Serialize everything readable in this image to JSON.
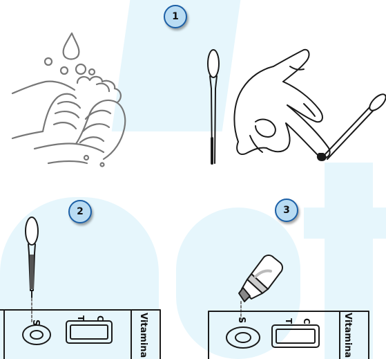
{
  "steps": [
    {
      "number": "1",
      "description": "wash hands and collect finger-prick blood with pipette"
    },
    {
      "number": "2",
      "description": "dispense blood into sample well S"
    },
    {
      "number": "3",
      "description": "add buffer drops into sample well S"
    }
  ],
  "cassette": {
    "sample_label": "S",
    "test_label": "T",
    "control_label": "C",
    "product_label": "Vitamina D"
  },
  "colors": {
    "badge_fill": "#b9dcf3",
    "badge_border": "#1b5fa6",
    "watermark": "#e6f6fc",
    "line_art": "#1a1a1a",
    "hands_sketch": "#777777"
  }
}
